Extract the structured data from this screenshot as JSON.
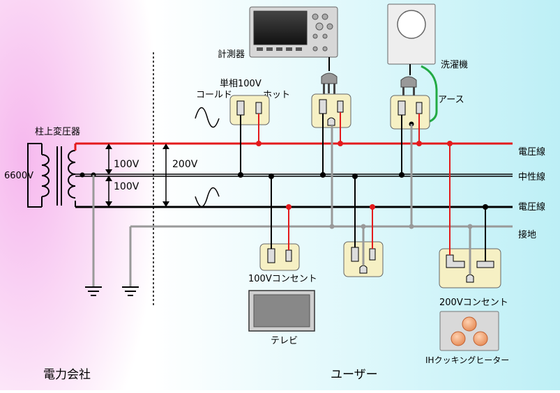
{
  "left_region": {
    "transformer_label": "柱上変圧器",
    "primary_voltage": "6600V",
    "company_label": "電力会社"
  },
  "right_region": {
    "user_label": "ユーザー"
  },
  "voltages": {
    "v100_top": "100V",
    "v100_bottom": "100V",
    "v200": "200V"
  },
  "lines": {
    "voltage_line_top": "電圧線",
    "neutral_line": "中性線",
    "voltage_line_bottom": "電圧線",
    "ground_line": "接地"
  },
  "outlets": {
    "single_phase_title": "単相100V",
    "cold_label": "コールド",
    "hot_label": "ホット",
    "outlet_100v_label": "100Vコンセント",
    "outlet_200v_label": "200Vコンセント"
  },
  "devices": {
    "meter_label": "計測器",
    "washer_label": "洗濯機",
    "earth_label": "アース",
    "tv_label": "テレビ",
    "ih_label": "IHクッキングヒーター"
  },
  "colors": {
    "hot_wire": "#e41a1c",
    "neutral_wire": "#000000",
    "ground_wire": "#999999",
    "earth_wire": "#22aa44"
  }
}
